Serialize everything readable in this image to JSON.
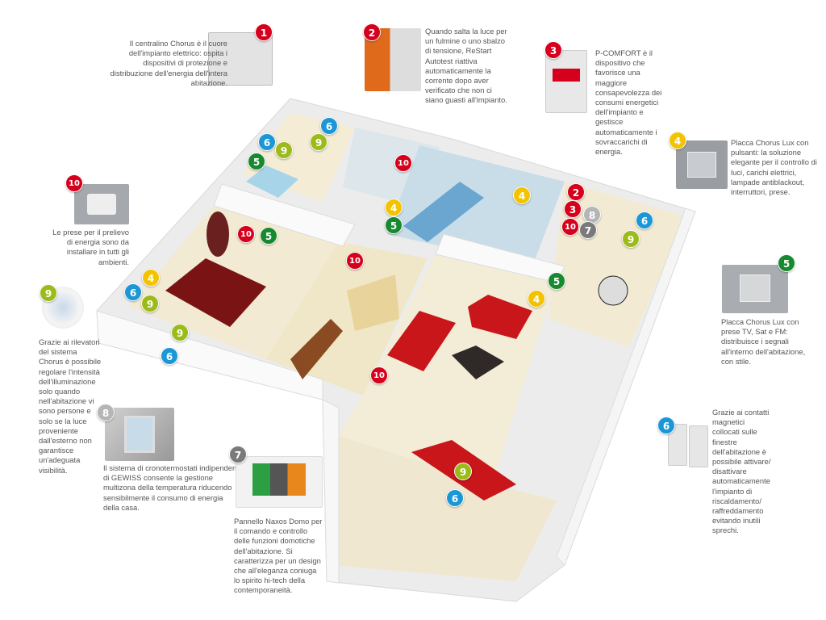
{
  "products": [
    {
      "number": "1",
      "text": "Il centralino Chorus è il cuore dell'impianto elettrico: ospita i dispositivi di protezione e distribuzione dell'energia dell'intera abitazione."
    },
    {
      "number": "2",
      "text": "Quando salta la luce per un fulmine o uno sbalzo di tensione, ReStart Autotest riattiva automaticamente la corrente dopo aver verificato che non ci siano guasti all'impianto."
    },
    {
      "number": "3",
      "text": "P-COMFORT è il dispositivo che favorisce una maggiore consapevolezza dei consumi energetici dell'impianto e gestisce automaticamente i sovraccarichi di energia."
    },
    {
      "number": "4",
      "text": "Placca Chorus Lux con pulsanti: la soluzione elegante per il controllo di luci, carichi elettrici, lampade antiblackout, interruttori, prese."
    },
    {
      "number": "5",
      "text": "Placca Chorus Lux con prese TV, Sat e FM: distribuisce i segnali all'interno dell'abitazione, con stile."
    },
    {
      "number": "6",
      "text": "Grazie ai contatti magnetici collocati sulle finestre dell'abitazione è possibile attivare/ disattivare automaticamente l'impianto di riscaldamento/ raffreddamento evitando inutili sprechi."
    },
    {
      "number": "7",
      "text": "Pannello Naxos Domo per il comando e controllo delle funzioni domotiche dell'abitazione. Si caratterizza per un design che all'eleganza coniuga lo spirito hi-tech della contemporaneità."
    },
    {
      "number": "8",
      "text": "Il sistema di cronotermostati indipendenti di GEWISS consente la gestione multizona della temperatura riducendo sensibilmente il consumo di energia della casa."
    },
    {
      "number": "9",
      "text": "Grazie ai rilevatori del sistema Chorus è possibile regolare l'intensità dell'illuminazione solo quando nell'abitazione vi sono persone e solo se la luce proveniente dall'esterno non garantisce un'adeguata visibilità."
    },
    {
      "number": "10",
      "text": "Le prese per il prelievo di energia sono da installare in tutti gli ambienti."
    }
  ],
  "plan_markers": [
    "6",
    "9",
    "9",
    "6",
    "5",
    "10",
    "4",
    "5",
    "4",
    "2",
    "3",
    "8",
    "10",
    "7",
    "6",
    "9",
    "10",
    "5",
    "10",
    "4",
    "6",
    "9",
    "9",
    "6",
    "5",
    "4",
    "10",
    "9",
    "6"
  ],
  "colors": {
    "red": "#d6001c",
    "yellow": "#f3c300",
    "green": "#17892f",
    "blue": "#1b97d6",
    "dark_gray": "#7a7a7a",
    "light_gray": "#b5b5b5",
    "lime": "#9bbb1a"
  }
}
